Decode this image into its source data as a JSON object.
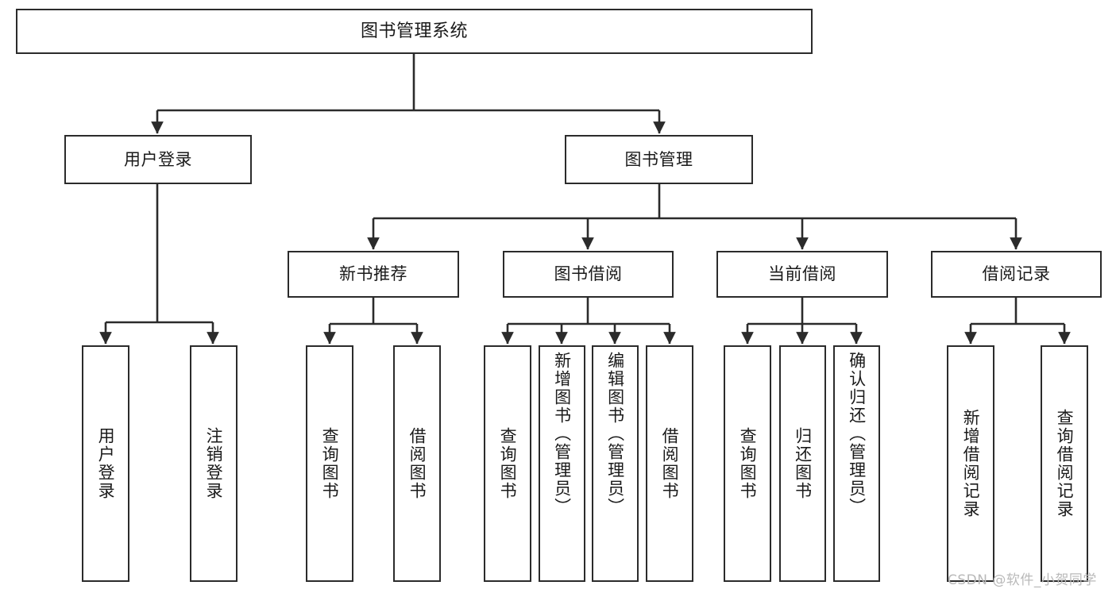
{
  "diagram": {
    "type": "tree-hierarchy",
    "title": "图书管理系统",
    "orientation": "top-down",
    "stroke_color": "#2b2b2b",
    "fill_color": "#ffffff",
    "text_color": "#1a1a1a"
  },
  "nodes": {
    "root": {
      "label": "图书管理系统",
      "level": 1
    },
    "level2": [
      {
        "id": "user-login",
        "label": "用户登录"
      },
      {
        "id": "book-manage",
        "label": "图书管理"
      }
    ],
    "level3": [
      {
        "id": "new-book-rec",
        "label": "新书推荐"
      },
      {
        "id": "book-borrow",
        "label": "图书借阅"
      },
      {
        "id": "current-borrow",
        "label": "当前借阅"
      },
      {
        "id": "borrow-record",
        "label": "借阅记录"
      }
    ],
    "leaves": {
      "user_login": [
        {
          "id": "leaf-user-login",
          "label": "用户登录"
        },
        {
          "id": "leaf-logout",
          "label": "注销登录"
        }
      ],
      "new_book_rec": [
        {
          "id": "leaf-query-book-1",
          "label": "查询图书"
        },
        {
          "id": "leaf-borrow-book-1",
          "label": "借阅图书"
        }
      ],
      "book_borrow": [
        {
          "id": "leaf-query-book-2",
          "label": "查询图书"
        },
        {
          "id": "leaf-add-book",
          "label": "新增图书（管理员）"
        },
        {
          "id": "leaf-edit-book",
          "label": "编辑图书（管理员）"
        },
        {
          "id": "leaf-borrow-book-2",
          "label": "借阅图书"
        }
      ],
      "current_borrow": [
        {
          "id": "leaf-query-book-3",
          "label": "查询图书"
        },
        {
          "id": "leaf-return-book",
          "label": "归还图书"
        },
        {
          "id": "leaf-confirm-return",
          "label": "确认归还（管理员）"
        }
      ],
      "borrow_record": [
        {
          "id": "leaf-add-record",
          "label": "新增借阅记录"
        },
        {
          "id": "leaf-query-record",
          "label": "查询借阅记录"
        }
      ]
    }
  },
  "watermark": {
    "text": "CSDN @软件_小贺同学",
    "color": "#b9b9b9"
  }
}
